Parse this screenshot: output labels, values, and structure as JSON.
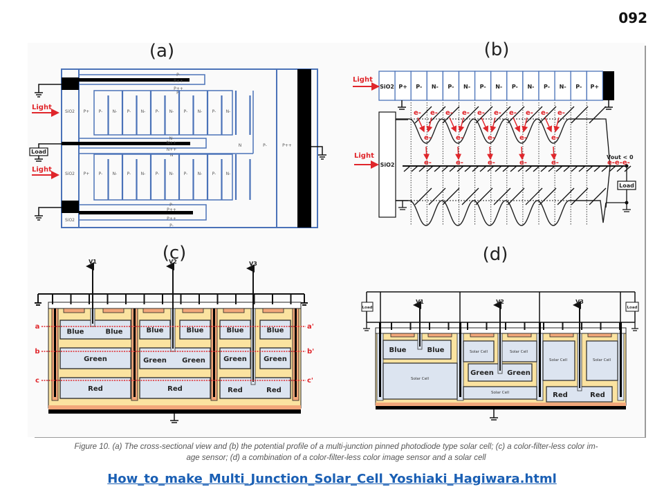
{
  "slide_number": "092",
  "figure": {
    "panels": {
      "a": {
        "label": "(a)",
        "light_label": "Light",
        "load_label": "Load",
        "oxide_label": "SiO2",
        "top_layers": [
          "P-",
          "P++",
          "P++",
          "P-"
        ],
        "middle_layers": [
          "N-",
          "N++",
          "N++",
          "N"
        ],
        "bottom_layers": [
          "P-",
          "P++",
          "P++",
          "P-"
        ],
        "column_layers": [
          "P+",
          "P-",
          "N-",
          "P-",
          "N-",
          "P-",
          "N-",
          "P-",
          "N-",
          "P-",
          "N-"
        ],
        "right_regions": [
          "N",
          "P-",
          "P++"
        ]
      },
      "b": {
        "label": "(b)",
        "light_label": "Light",
        "load_label": "Load",
        "oxide_label": "SiO2",
        "layers": [
          "SiO2",
          "P+",
          "P-",
          "N-",
          "P-",
          "N-",
          "P-",
          "N-",
          "P-",
          "N-",
          "P-",
          "N-",
          "P-",
          "P+"
        ],
        "electron_label": "e-",
        "vout_label": "Vout < 0",
        "electron_chain": "e-e-e-"
      },
      "c": {
        "label": "(c)",
        "voltages": [
          "V1",
          "V2",
          "V3"
        ],
        "cut_lines_left": [
          "a",
          "b",
          "c"
        ],
        "cut_lines_right": [
          "a'",
          "b'",
          "c'"
        ],
        "columns": [
          {
            "blue": [
              "Blue",
              "Blue"
            ],
            "green": [
              "Green"
            ],
            "red": [
              "Red"
            ]
          },
          {
            "blue": [
              "Blue",
              "Blue"
            ],
            "green": [
              "Green",
              "Green"
            ],
            "red": [
              "Red"
            ]
          },
          {
            "blue": [
              "Blue",
              "Blue"
            ],
            "green": [
              "Green",
              "Green"
            ],
            "red": [
              "Red",
              "Red"
            ]
          }
        ]
      },
      "d": {
        "label": "(d)",
        "voltages": [
          "V1",
          "V2",
          "V3"
        ],
        "load_label": "Load",
        "blue_labels": [
          "Blue",
          "Blue"
        ],
        "green_labels": [
          "Green",
          "Green"
        ],
        "red_labels": [
          "Red",
          "Red"
        ],
        "solar_cell_label": "Solar Cell"
      }
    },
    "caption_line1": "Figure 10. (a) The cross-sectional view and (b) the potential profile of a multi-junction pinned photodiode type solar cell; (c) a color-filter-less color im-",
    "caption_line2": "age sensor; (d) a combination of a color-filter-less color image sensor and a solar cell"
  },
  "source_link": "How_to_make_Multi_Junction_Solar_Cell_Yoshiaki_Hagiwara.html",
  "colors": {
    "blue_outline": "#4a72b8",
    "red_accent": "#e0262b",
    "yellow_fill": "#fbe3a0",
    "blue_fill": "#dce4f0",
    "orange_fill": "#f2a77a",
    "link": "#1a5fb4"
  }
}
